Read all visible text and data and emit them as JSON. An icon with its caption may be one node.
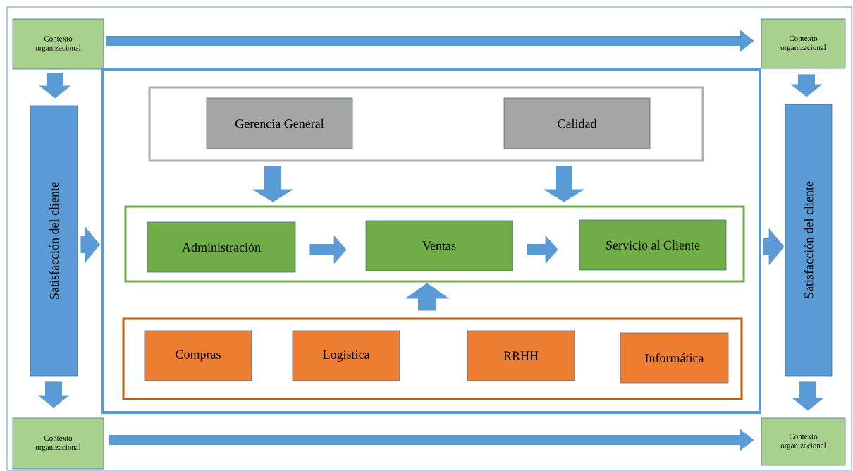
{
  "diagram": {
    "nodes": [
      {
        "text": [
          "Contexto organizacional"
        ]
      },
      {
        "text": [
          "Contexto organizacional"
        ]
      },
      {
        "text": [
          "Satisfacción del cliente"
        ]
      },
      {
        "text": [],
        "shape": "box"
      },
      {
        "text": [],
        "shape": "box",
        "in": 3
      },
      {
        "text": [
          "Gerencia General"
        ],
        "in": 4
      },
      {
        "text": [
          "Calidad"
        ],
        "in": 4
      },
      {
        "text": [],
        "shape": "box",
        "in": 3
      },
      {
        "text": [
          "Administración"
        ],
        "in": 7
      },
      {
        "text": [
          "Ventas"
        ],
        "in": 7
      },
      {
        "text": [
          "Servicio al Cliente"
        ],
        "in": 7
      },
      {
        "text": [],
        "shape": "box",
        "in": 3
      },
      {
        "text": [
          "Compras"
        ],
        "in": 11
      },
      {
        "text": [
          "Logística"
        ],
        "in": 11
      },
      {
        "text": [
          "RRHH"
        ],
        "in": 11
      },
      {
        "text": [
          "Informática"
        ],
        "in": 11
      },
      {
        "text": [
          "Satisfacción del cliente"
        ]
      },
      {
        "text": [
          "Contexto organizacional"
        ]
      },
      {
        "text": [
          "Contexto organizacional"
        ]
      }
    ],
    "edges": [
      {
        "from": 0,
        "to": 1,
        "arrow": "to"
      },
      {
        "from": 0,
        "to": 2,
        "arrow": "to"
      },
      {
        "from": 1,
        "to": 16,
        "arrow": "to"
      },
      {
        "from": 2,
        "to": 3,
        "arrow": "to"
      },
      {
        "from": 3,
        "to": 16,
        "arrow": "to"
      },
      {
        "from": 5,
        "to": 7,
        "arrow": "to"
      },
      {
        "from": 6,
        "to": 7,
        "arrow": "to"
      },
      {
        "from": 8,
        "to": 9,
        "arrow": "to"
      },
      {
        "from": 9,
        "to": 10,
        "arrow": "to"
      },
      {
        "from": 11,
        "to": 7,
        "arrow": "to"
      },
      {
        "from": 2,
        "to": 17,
        "arrow": "to"
      },
      {
        "from": 16,
        "to": 18,
        "arrow": "to"
      },
      {
        "from": 17,
        "to": 18,
        "arrow": "to"
      }
    ]
  }
}
